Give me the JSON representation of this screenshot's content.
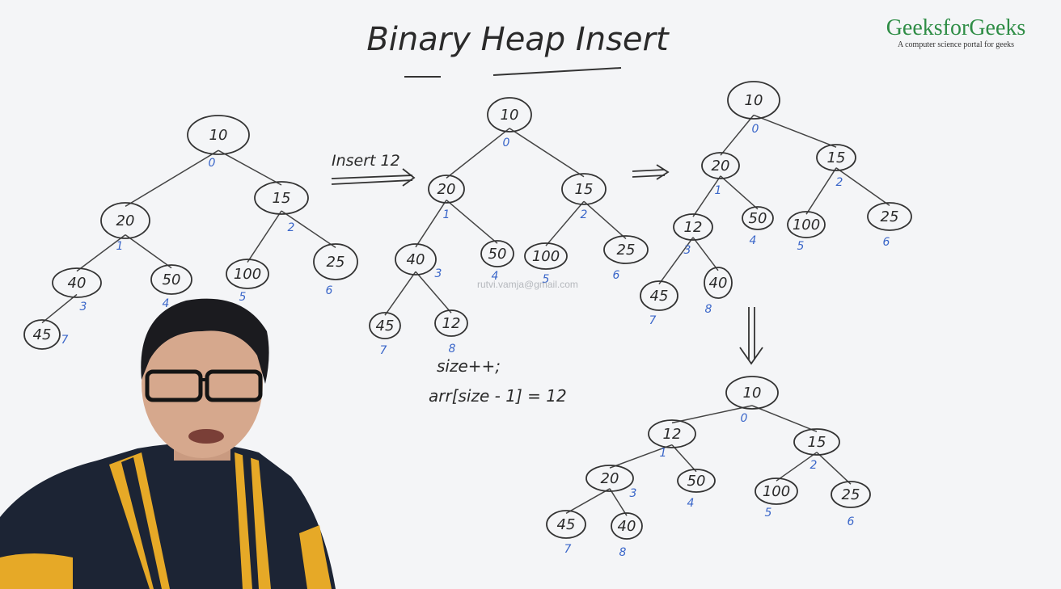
{
  "title": "Binary Heap Insert",
  "brand": {
    "name": "GeeksforGeeks",
    "tagline": "A computer science portal for geeks"
  },
  "watermark": "rutvi.vamja@gmail.com",
  "step_label": "Insert 12",
  "code": {
    "line1": "size++;",
    "line2": "arr[size - 1] = 12"
  },
  "colors": {
    "ink": "#2a2a2a",
    "index_blue": "#3a66c9",
    "brand_green": "#2f8d46",
    "board": "#f4f5f7"
  },
  "trees": {
    "t1": {
      "nodes": [
        {
          "v": "10",
          "i": "0"
        },
        {
          "v": "20",
          "i": "1"
        },
        {
          "v": "15",
          "i": "2"
        },
        {
          "v": "40",
          "i": "3"
        },
        {
          "v": "50",
          "i": "4"
        },
        {
          "v": "100",
          "i": "5"
        },
        {
          "v": "25",
          "i": "6"
        },
        {
          "v": "45",
          "i": "7"
        }
      ]
    },
    "t2": {
      "nodes": [
        {
          "v": "10",
          "i": "0"
        },
        {
          "v": "20",
          "i": "1"
        },
        {
          "v": "15",
          "i": "2"
        },
        {
          "v": "40",
          "i": "3"
        },
        {
          "v": "50",
          "i": "4"
        },
        {
          "v": "100",
          "i": "5"
        },
        {
          "v": "25",
          "i": "6"
        },
        {
          "v": "45",
          "i": "7"
        },
        {
          "v": "12",
          "i": "8"
        }
      ]
    },
    "t3": {
      "nodes": [
        {
          "v": "10",
          "i": "0"
        },
        {
          "v": "20",
          "i": "1"
        },
        {
          "v": "15",
          "i": "2"
        },
        {
          "v": "12",
          "i": "3"
        },
        {
          "v": "50",
          "i": "4"
        },
        {
          "v": "100",
          "i": "5"
        },
        {
          "v": "25",
          "i": "6"
        },
        {
          "v": "45",
          "i": "7"
        },
        {
          "v": "40",
          "i": "8"
        }
      ]
    },
    "t4": {
      "nodes": [
        {
          "v": "10",
          "i": "0"
        },
        {
          "v": "12",
          "i": "1"
        },
        {
          "v": "15",
          "i": "2"
        },
        {
          "v": "20",
          "i": "3"
        },
        {
          "v": "50",
          "i": "4"
        },
        {
          "v": "100",
          "i": "5"
        },
        {
          "v": "25",
          "i": "6"
        },
        {
          "v": "45",
          "i": "7"
        },
        {
          "v": "40",
          "i": "8"
        }
      ]
    }
  }
}
